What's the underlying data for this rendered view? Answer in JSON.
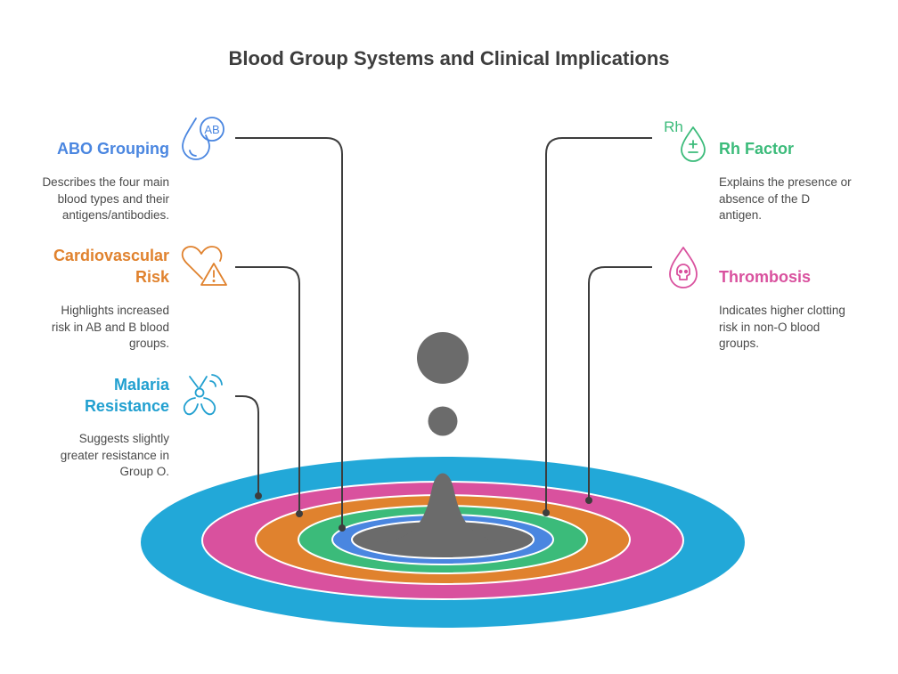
{
  "title": "Blood Group Systems and Clinical Implications",
  "colors": {
    "abo": "#4a86e0",
    "cardiovascular": "#e0822e",
    "malaria": "#22a0d0",
    "rh": "#3bbb7a",
    "thrombosis": "#d9519e",
    "drop": "#6b6b6b"
  },
  "items": {
    "abo": {
      "label": "ABO Grouping",
      "icon": "blood-drop-ab-icon",
      "icon_text": "AB",
      "desc": [
        "Describes the four main",
        "blood types and their",
        "antigens/antibodies."
      ]
    },
    "cardio": {
      "label_lines": [
        "Cardiovascular",
        "Risk"
      ],
      "icon": "heart-warning-icon",
      "desc": [
        "Highlights increased",
        "risk in AB and B blood",
        "groups."
      ]
    },
    "malaria": {
      "label_lines": [
        "Malaria",
        "Resistance"
      ],
      "icon": "mosquito-icon",
      "desc": [
        "Suggests slightly",
        "greater resistance in",
        "Group O."
      ]
    },
    "rh": {
      "label": "Rh Factor",
      "icon": "blood-drop-plus-minus-icon",
      "icon_text": "Rh",
      "desc": [
        "Explains the presence or",
        "absence of the D",
        "antigen."
      ]
    },
    "thrombosis": {
      "label": "Thrombosis",
      "icon": "blood-drop-skull-icon",
      "desc": [
        "Indicates higher clotting",
        "risk in non-O blood",
        "groups."
      ]
    }
  }
}
